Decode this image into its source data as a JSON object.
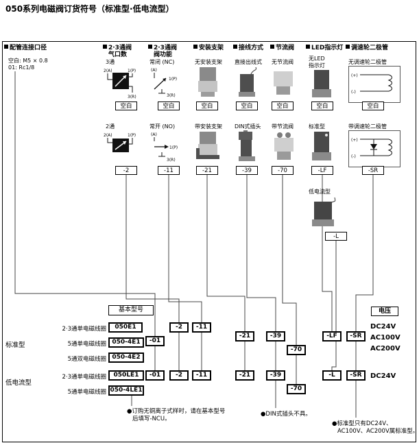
{
  "title": "050系列电磁阀订货符号（标准型·低电流型）",
  "blank_label": "空白",
  "sections": {
    "pipe": {
      "header": "配管连接口径",
      "opt_blank": "空白: M5 × 0.8",
      "opt_01": "01: Rc1/8"
    },
    "ports": {
      "header1": "2·3通阀",
      "header2": "气口数",
      "opt1": "3通",
      "opt2": "2通",
      "code2": "-2"
    },
    "func": {
      "header1": "2·3通阀",
      "header2": "阀功能",
      "opt1": "常闭 (NC)",
      "opt2": "常开 (NO)",
      "code2": "-11"
    },
    "bracket": {
      "header": "安装支架",
      "opt1": "无安装支架",
      "opt2": "带安装支架",
      "code2": "-21"
    },
    "wiring": {
      "header": "接线方式",
      "opt1": "直接出线式",
      "opt2": "DIN式插头",
      "code2": "-39"
    },
    "throttle": {
      "header": "节流阀",
      "opt1": "无节流阀",
      "opt2": "带节流阀",
      "code2": "-70"
    },
    "led": {
      "header": "LED指示灯",
      "opt1a": "无LED",
      "opt1b": "指示灯",
      "opt2": "标准型",
      "code2": "-LF",
      "opt3": "低电流型",
      "code3": "-L"
    },
    "diode": {
      "header": "调速轮二极管",
      "opt1": "无调速轮二极管",
      "opt2": "带调速轮二极管",
      "code2": "-SR"
    }
  },
  "diagram_labels": {
    "a2": "2(A)",
    "p1": "1(P)",
    "r3": "3(R)",
    "a": "(A)",
    "plus": "(+)",
    "minus": "(-)"
  },
  "table": {
    "base_model_header": "基本型号",
    "voltage_header": "电压",
    "standard": {
      "name": "标准型",
      "row1_label": "2·3通单电磁线圈",
      "row1_model": "050E1",
      "row2_label": "5通单电磁线圈",
      "row2_model": "050-4E1",
      "row3_label": "5通双电磁线圈",
      "row3_model": "050-4E2",
      "codes": [
        "-01",
        "-2",
        "-11",
        "-21",
        "-39",
        "-70",
        "-LF",
        "-SR"
      ],
      "voltages": [
        "DC24V",
        "AC100V",
        "AC200V"
      ]
    },
    "low_current": {
      "name": "低电流型",
      "row1_label": "2·3通单电磁线圈",
      "row1_model": "050LE1",
      "row2_label": "5通单电磁线圈",
      "row2_model": "050-4LE1",
      "codes": [
        "-01",
        "-2",
        "-11",
        "-21",
        "-39",
        "-70",
        "-L",
        "-SR"
      ],
      "voltages": [
        "DC24V"
      ]
    }
  },
  "notes": {
    "ncu1": "●订购无铜离子式样时，请在基本型号",
    "ncu2": "后填写-NCU。",
    "din": "●DIN式插头不具。",
    "volt1": "●标准型只有DC24V、",
    "volt2": "AC100V、AC200V属标准型。"
  }
}
